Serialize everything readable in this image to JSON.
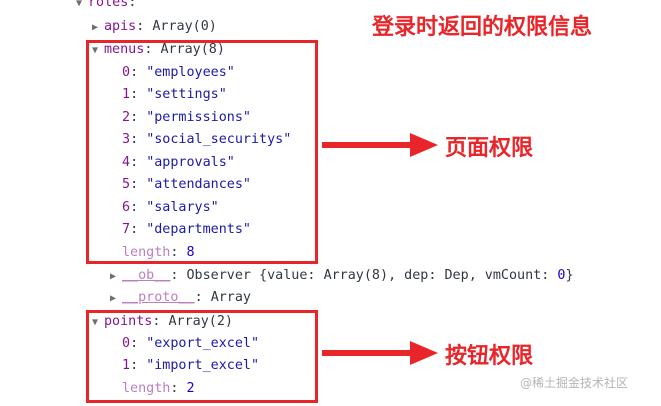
{
  "roles": {
    "key": "roles",
    "sep": ":"
  },
  "apis": {
    "key": "apis",
    "sep": ": ",
    "value": "Array(0)"
  },
  "menus": {
    "key": "menus",
    "sep": ": ",
    "value": "Array(8)",
    "items": [
      {
        "idx": "0",
        "val": "\"employees\""
      },
      {
        "idx": "1",
        "val": "\"settings\""
      },
      {
        "idx": "2",
        "val": "\"permissions\""
      },
      {
        "idx": "3",
        "val": "\"social_securitys\""
      },
      {
        "idx": "4",
        "val": "\"approvals\""
      },
      {
        "idx": "5",
        "val": "\"attendances\""
      },
      {
        "idx": "6",
        "val": "\"salarys\""
      },
      {
        "idx": "7",
        "val": "\"departments\""
      }
    ],
    "length_key": "length",
    "length_val": "8"
  },
  "ob": {
    "key": "__ob__",
    "prefix": ": Observer {value: ",
    "value": "Array(8)",
    "mid": ", dep: ",
    "dep": "Dep",
    "mid2": ", vmCount: ",
    "vmcount": "0",
    "suffix": "}"
  },
  "proto": {
    "key": "__proto__",
    "sep": ": ",
    "value": "Array"
  },
  "points": {
    "key": "points",
    "sep": ": ",
    "value": "Array(2)",
    "items": [
      {
        "idx": "0",
        "val": "\"export_excel\""
      },
      {
        "idx": "1",
        "val": "\"import_excel\""
      }
    ],
    "length_key": "length",
    "length_val": "2"
  },
  "annotations": {
    "title": "登录时返回的权限信息",
    "page_perm": "页面权限",
    "button_perm": "按钮权限"
  },
  "watermark": "@稀土掘金技术社区",
  "colors": {
    "annotation_red": "#e8262a",
    "key_purple": "#881391",
    "string_blue": "#1a1aa6",
    "number_blue": "#1c00cf"
  }
}
